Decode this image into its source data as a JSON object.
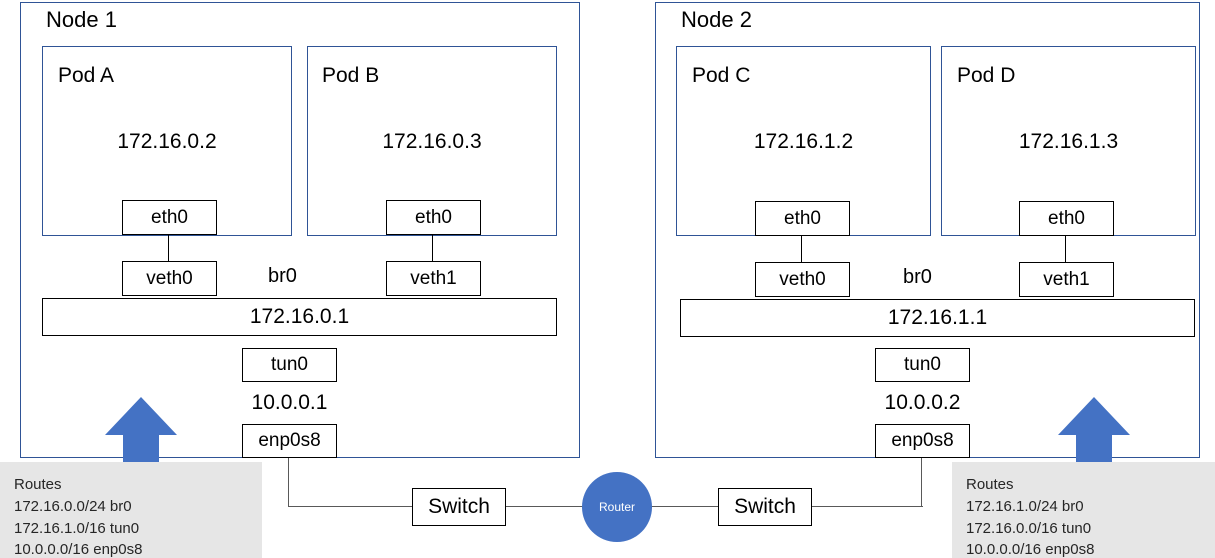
{
  "diagram": {
    "title": "Kubernetes flannel host-gw style pod networking across two nodes",
    "accent_color": "#4472c4",
    "node_border_color": "#2f5496",
    "routes_bg_color": "#e6e6e6"
  },
  "nodes": [
    {
      "id": "node1",
      "label": "Node 1",
      "bridge": {
        "name": "br0",
        "ip": "172.16.0.1"
      },
      "tun": {
        "name": "tun0",
        "ip": "10.0.0.1"
      },
      "nic": {
        "name": "enp0s8"
      },
      "pods": [
        {
          "label": "Pod A",
          "ip": "172.16.0.2",
          "eth": "eth0",
          "veth": "veth0"
        },
        {
          "label": "Pod B",
          "ip": "172.16.0.3",
          "eth": "eth0",
          "veth": "veth1"
        }
      ],
      "routes": {
        "title": "Routes",
        "entries": [
          "172.16.0.0/24 br0",
          "172.16.1.0/16 tun0",
          "10.0.0.0/16 enp0s8"
        ]
      }
    },
    {
      "id": "node2",
      "label": "Node 2",
      "bridge": {
        "name": "br0",
        "ip": "172.16.1.1"
      },
      "tun": {
        "name": "tun0",
        "ip": "10.0.0.2"
      },
      "nic": {
        "name": "enp0s8"
      },
      "pods": [
        {
          "label": "Pod C",
          "ip": "172.16.1.2",
          "eth": "eth0",
          "veth": "veth0"
        },
        {
          "label": "Pod D",
          "ip": "172.16.1.3",
          "eth": "eth0",
          "veth": "veth1"
        }
      ],
      "routes": {
        "title": "Routes",
        "entries": [
          "172.16.1.0/24 br0",
          "172.16.0.0/16 tun0",
          "10.0.0.0/16 enp0s8"
        ]
      }
    }
  ],
  "network": {
    "switch_left": "Switch",
    "switch_right": "Switch",
    "router": "Router"
  }
}
